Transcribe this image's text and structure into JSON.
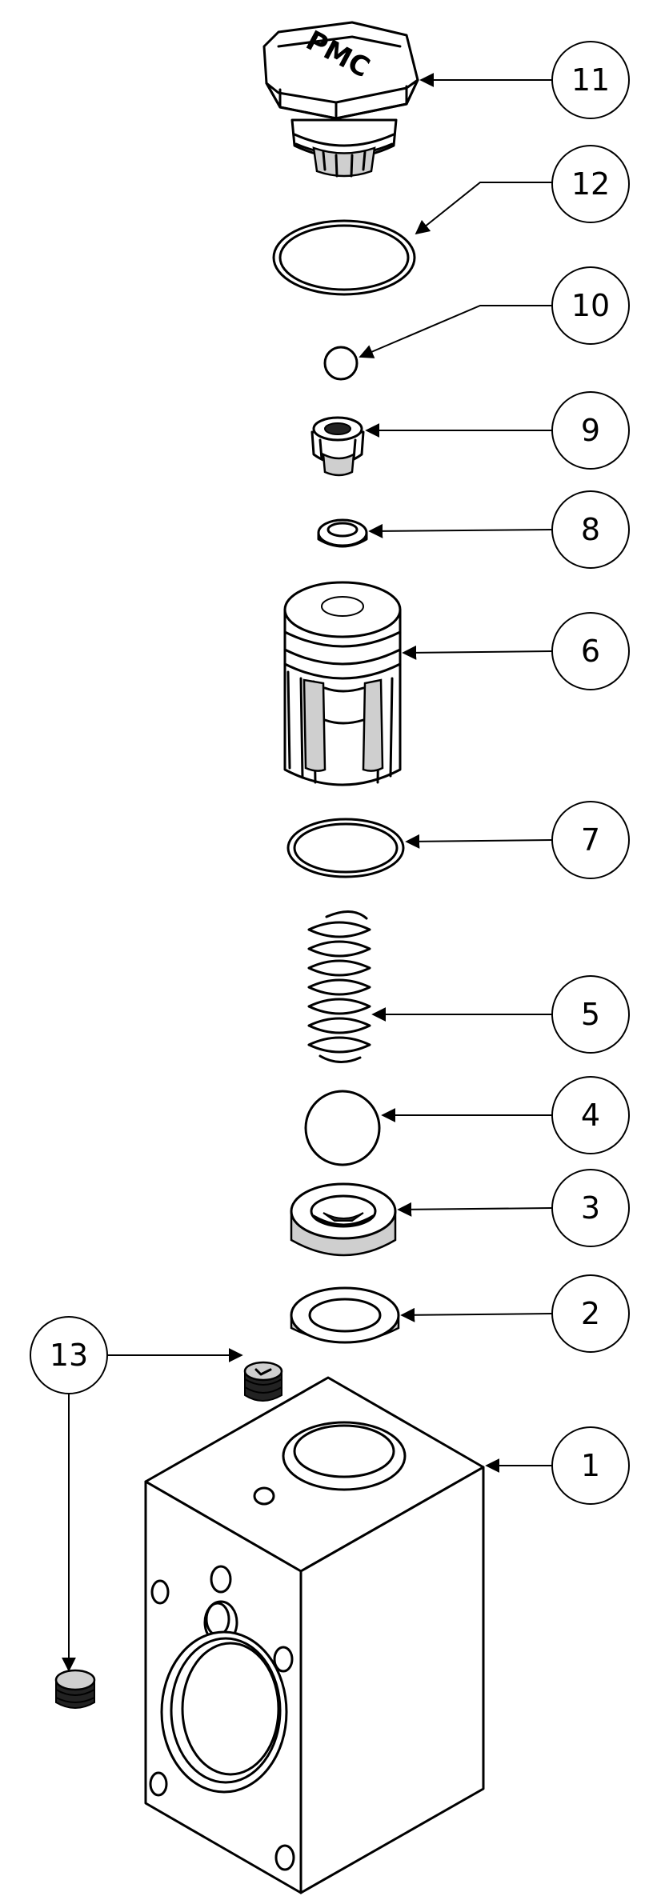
{
  "colors": {
    "line": "#000000",
    "background": "#ffffff",
    "shade": "#cfcfcf"
  },
  "parts": [
    {
      "id": "cap-plug",
      "logo": "PMC"
    },
    {
      "id": "o-ring-large"
    },
    {
      "id": "small-ball"
    },
    {
      "id": "ball-retainer"
    },
    {
      "id": "small-ring"
    },
    {
      "id": "cage"
    },
    {
      "id": "o-ring-medium"
    },
    {
      "id": "spring"
    },
    {
      "id": "large-ball"
    },
    {
      "id": "seat"
    },
    {
      "id": "washer"
    },
    {
      "id": "set-screw"
    },
    {
      "id": "body-block"
    }
  ],
  "callouts": [
    {
      "label": "11"
    },
    {
      "label": "12"
    },
    {
      "label": "10"
    },
    {
      "label": "9"
    },
    {
      "label": "8"
    },
    {
      "label": "6"
    },
    {
      "label": "7"
    },
    {
      "label": "5"
    },
    {
      "label": "4"
    },
    {
      "label": "3"
    },
    {
      "label": "2"
    },
    {
      "label": "13"
    },
    {
      "label": "1"
    }
  ]
}
